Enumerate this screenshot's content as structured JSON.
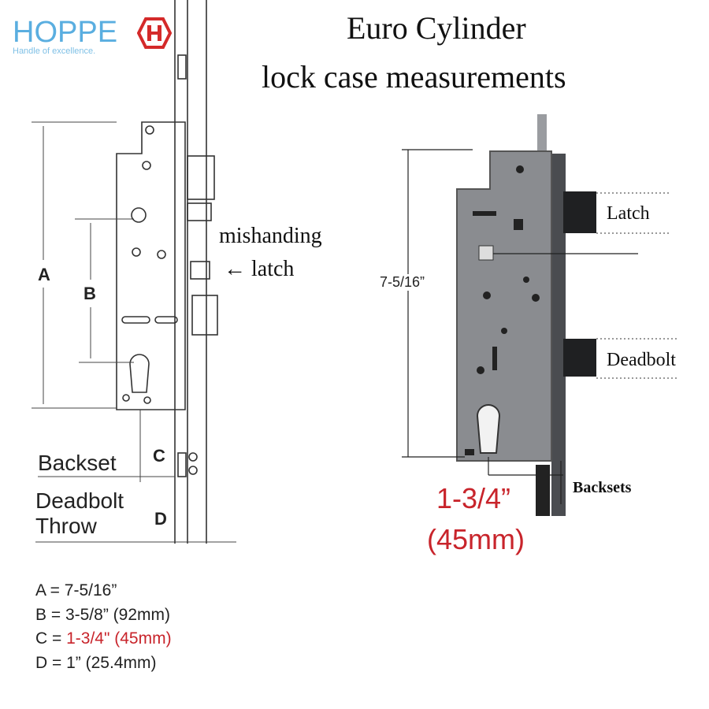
{
  "logo": {
    "brand": "HOPPE",
    "tagline": "Handle of excellence.",
    "brand_color": "#5aaee0",
    "mark_color": "#d42a2a"
  },
  "title": {
    "line1": "Euro Cylinder",
    "line2": "lock case measurements"
  },
  "left_diagram": {
    "label_a": "A",
    "label_b": "B",
    "label_c": "C",
    "label_d": "D",
    "backset": "Backset",
    "deadbolt_line1": "Deadbolt",
    "deadbolt_line2": "Throw",
    "mishanding": "mishanding",
    "latch_arrow": "← latch"
  },
  "right_diagram": {
    "height": "7-5/16”",
    "latch": "Latch",
    "deadbolt": "Deadbolt",
    "backsets": "Backsets",
    "backset_in": "1-3/4”",
    "backset_mm": "(45mm)"
  },
  "legend": [
    {
      "key": "A = ",
      "value": "7-5/16”",
      "highlight": false
    },
    {
      "key": "B = ",
      "value": "3-5/8” (92mm)",
      "highlight": false
    },
    {
      "key": "C = ",
      "value": "1-3/4\" (45mm)",
      "highlight": true
    },
    {
      "key": "D = ",
      "value": "1” (25.4mm)",
      "highlight": false
    }
  ],
  "colors": {
    "accent_red": "#c8242b",
    "case_gray": "#8a8c90"
  }
}
